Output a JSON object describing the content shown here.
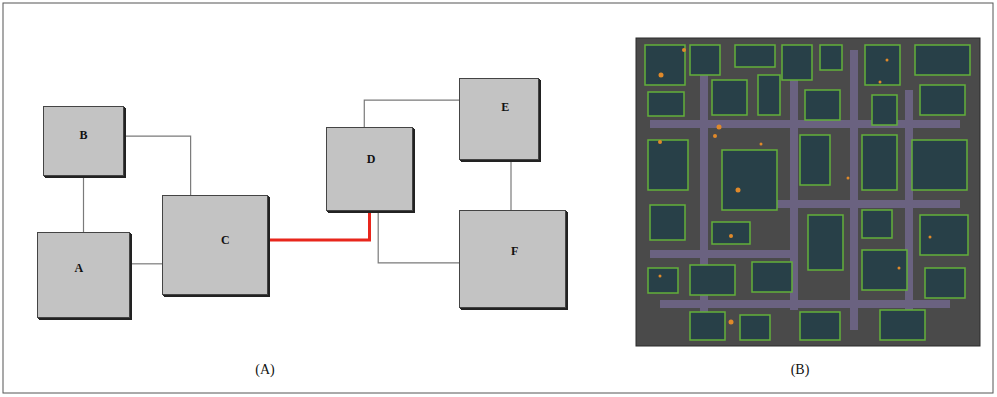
{
  "diagram": {
    "nodes": [
      {
        "text": [
          "A"
        ]
      },
      {
        "text": [
          "B"
        ]
      },
      {
        "text": [
          "C"
        ]
      },
      {
        "text": [
          "D"
        ]
      },
      {
        "text": [
          "E"
        ]
      },
      {
        "text": [
          "F"
        ]
      }
    ],
    "edges": [
      {
        "from": 0,
        "to": 1,
        "arrow": "none"
      },
      {
        "from": 1,
        "to": 2,
        "arrow": "none"
      },
      {
        "from": 0,
        "to": 2,
        "arrow": "none"
      },
      {
        "from": 2,
        "to": 3,
        "arrow": "none"
      },
      {
        "from": 3,
        "to": 4,
        "arrow": "none"
      },
      {
        "from": 3,
        "to": 5,
        "arrow": "none"
      },
      {
        "from": 4,
        "to": 5,
        "arrow": "none"
      }
    ],
    "labels": [
      "(A)",
      "(B)"
    ]
  }
}
